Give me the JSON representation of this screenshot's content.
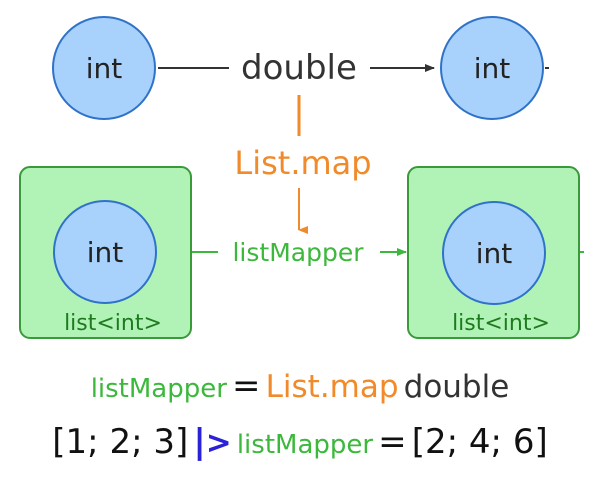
{
  "colors": {
    "circle_fill": "#a8d1fc",
    "circle_stroke": "#2f73c9",
    "box_fill": "#b1f3b7",
    "box_stroke": "#3a9a3a",
    "green_text": "#3cb83c",
    "orange": "#f08a2a",
    "dark_text": "#333333",
    "blue_pipe": "#2a22d6"
  },
  "top_row": {
    "left_node": "int",
    "edge_label": "double",
    "right_node": "int"
  },
  "middle": {
    "label": "List.map"
  },
  "bottom_row": {
    "left_node": "int",
    "left_box_label": "list<int>",
    "edge_label": "listMapper",
    "right_node": "int",
    "right_box_label": "list<int>"
  },
  "equation1": {
    "lhs": "listMapper",
    "equals": "=",
    "fn": "List.map",
    "arg": "double"
  },
  "equation2": {
    "input": "[1; 2; 3]",
    "pipe_bar": "|",
    "pipe_arrow": ">",
    "fn": "listMapper",
    "equals": "=",
    "output": "[2; 4; 6]"
  }
}
